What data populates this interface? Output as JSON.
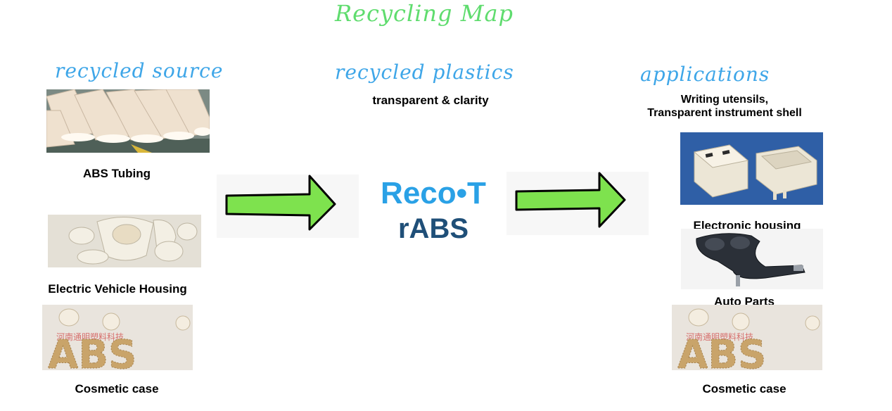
{
  "title": "Recycling Map",
  "colors": {
    "title": "#5fdc6e",
    "heading": "#3ea6e8",
    "arrow": "#7ee24e",
    "logo_blue": "#2aa1e6",
    "logo_dark": "#1f4f78"
  },
  "source": {
    "heading": "recycled source",
    "items": [
      {
        "label": "ABS Tubing",
        "image": "beige-pipes"
      },
      {
        "label": "Electric Vehicle Housing",
        "image": "white-ev-panels"
      },
      {
        "label": "Cosmetic case",
        "image": "abs-pellets"
      }
    ]
  },
  "plastics": {
    "heading": "recycled plastics",
    "subtitle": "transparent & clarity",
    "logo_line1_a": "Reco",
    "logo_dot": "•",
    "logo_line1_b": "T",
    "logo_line2": "rABS"
  },
  "applications": {
    "heading": "applications",
    "subtitle_line1": "Writing utensils,",
    "subtitle_line2": "Transparent instrument shell",
    "items": [
      {
        "label": "Electronic housing",
        "image": "white-electronic-housing"
      },
      {
        "label": "Auto Parts",
        "image": "black-auto-part"
      },
      {
        "label": "Cosmetic case",
        "image": "abs-pellets"
      }
    ]
  }
}
